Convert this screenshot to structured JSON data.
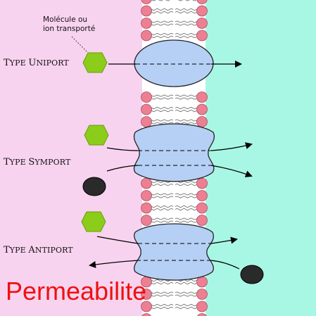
{
  "labels": {
    "molecule_line1": "Molécule ou",
    "molecule_line2": "ion transporté",
    "uniport": "TYPE UNIPORT",
    "symport": "TYPE SYMPORT",
    "antiport": "TYPE ANTIPORT"
  },
  "title": "Permeabilite",
  "colors": {
    "left_bg": "#f8d3ef",
    "right_bg": "#a8f7e4",
    "membrane_bg": "#ffffff",
    "lipid_head": "#ee7f93",
    "protein": "#b6cff5",
    "green_molecule": "#8ccc1a",
    "dark_molecule": "#2a2a2a",
    "title_color": "#ee1111"
  },
  "icons": {
    "lipid": "phospholipid-head-icon",
    "transporter": "transport-protein-icon",
    "arrow": "arrowhead-icon"
  }
}
